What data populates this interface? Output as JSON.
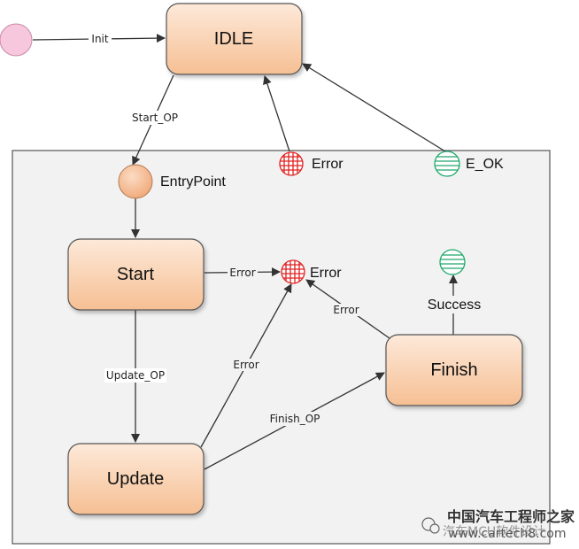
{
  "states": {
    "idle": "IDLE",
    "start": "Start",
    "update": "Update",
    "finish": "Finish"
  },
  "points": {
    "entry": "EntryPoint",
    "exit_error_top": "Error",
    "exit_ok_top": "E_OK",
    "error_inner": "Error",
    "success": "Success"
  },
  "transitions": {
    "init": "Init",
    "start_op": "Start_OP",
    "start_error": "Error",
    "update_op": "Update_OP",
    "update_error": "Error",
    "finish_op": "Finish_OP",
    "finish_error": "Error"
  },
  "watermark": {
    "chinese": "中国汽车工程师之家",
    "url": "www.cartech8.com",
    "account": "汽车MCU软件设计"
  },
  "colors": {
    "state_fill_top": "#fde6d4",
    "state_fill_bottom": "#f6bf93",
    "state_border": "#555555",
    "composite_fill": "#f2f2f2",
    "error_point": "#e02020",
    "ok_point": "#1fa86a",
    "entry_fill": "#f6c49b",
    "initial_fill": "#f4c2d8"
  }
}
